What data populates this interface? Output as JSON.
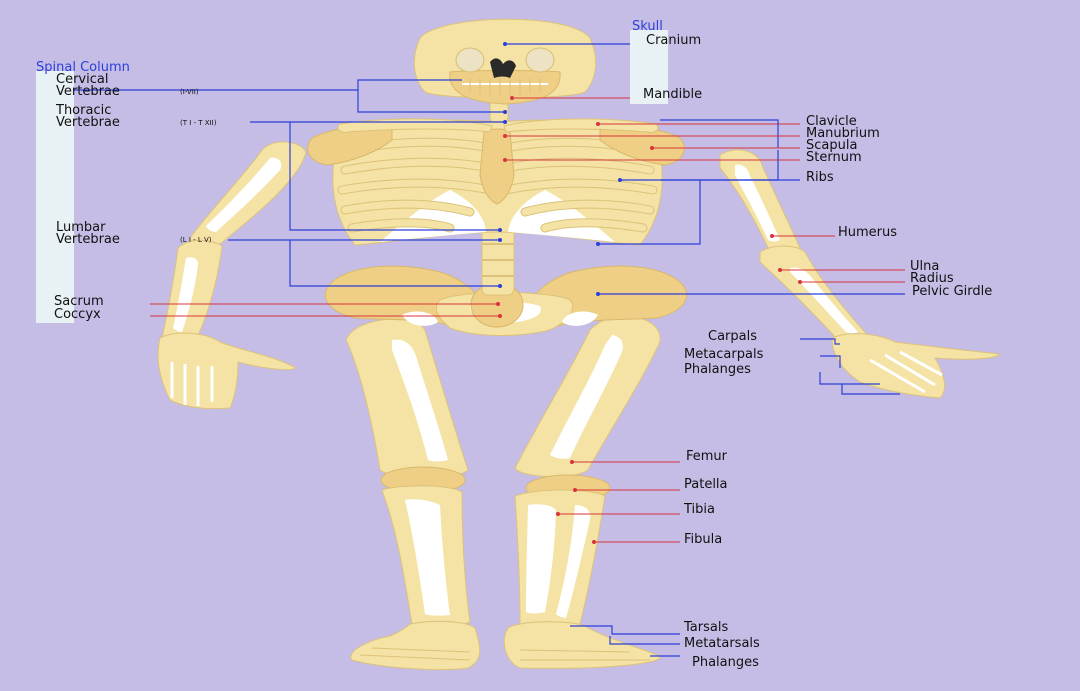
{
  "diagram": {
    "colors": {
      "background": "#c6bde6",
      "bone": "#f4e3a4",
      "bone_dark": "#efcf85",
      "bone_edge": "#d8bd72",
      "marrow": "#ffffff",
      "skull_holes": "#2a2a2a",
      "line_red": "#d8343c",
      "line_blue": "#2c3fd9",
      "bracket": "#e8f1f4"
    },
    "groups": {
      "skull": "Skull",
      "spinal": "Spinal Column"
    },
    "labels": {
      "cranium": "Cranium",
      "mandible": "Mandible",
      "cervical_1": "Cervical",
      "cervical_2": "Vertebrae",
      "cervical_sub": "(I-VII)",
      "thoracic_1": "Thoracic",
      "thoracic_2": "Vertebrae",
      "thoracic_sub": "(T I - T XII)",
      "lumbar_1": "Lumbar",
      "lumbar_2": "Vertebrae",
      "lumbar_sub": "(L I - L V)",
      "sacrum": "Sacrum",
      "coccyx": "Coccyx",
      "clavicle": "Clavicle",
      "manubrium": "Manubrium",
      "scapula": "Scapula",
      "sternum": "Sternum",
      "ribs": "Ribs",
      "humerus": "Humerus",
      "ulna": "Ulna",
      "radius": "Radius",
      "pelvic_girdle": "Pelvic Girdle",
      "carpals": "Carpals",
      "metacarpals": "Metacarpals",
      "phalanges_hand": "Phalanges",
      "femur": "Femur",
      "patella": "Patella",
      "tibia": "Tibia",
      "fibula": "Fibula",
      "tarsals": "Tarsals",
      "metatarsals": "Metatarsals",
      "phalanges_foot": "Phalanges"
    }
  }
}
